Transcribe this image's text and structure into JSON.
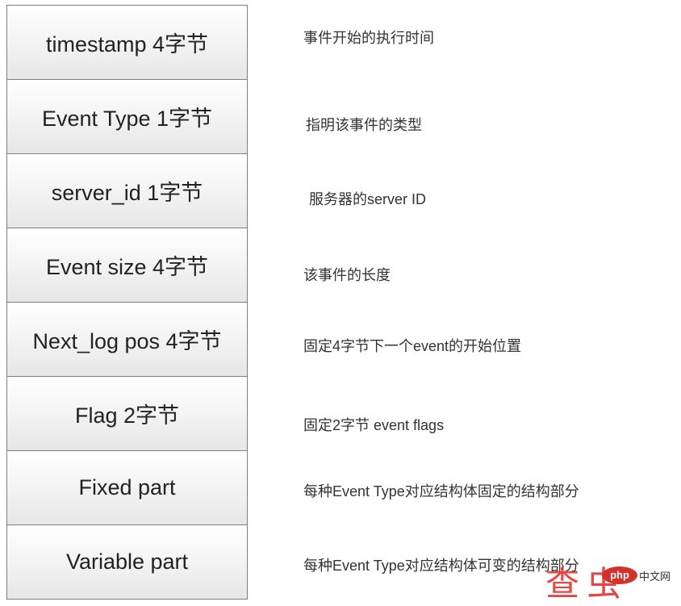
{
  "fields": [
    {
      "label": "timestamp 4字节",
      "description": "事件开始的执行时间"
    },
    {
      "label": "Event Type 1字节",
      "description": "指明该事件的类型"
    },
    {
      "label": "server_id 1字节",
      "description": "服务器的server ID"
    },
    {
      "label": "Event size  4字节",
      "description": "该事件的长度"
    },
    {
      "label": "Next_log pos 4字节",
      "description": "固定4字节下一个event的开始位置"
    },
    {
      "label": "Flag 2字节",
      "description": "固定2字节 event flags"
    },
    {
      "label": "Fixed part",
      "description": "每种Event Type对应结构体固定的结构部分"
    },
    {
      "label": "Variable part",
      "description": "每种Event Type对应结构体可变的结构部分"
    }
  ],
  "watermark": {
    "chars": "查 虫",
    "badge": "php",
    "tail": "中文网"
  },
  "colors": {
    "border": "#7f7f7f",
    "watermark_red": "#e8231f"
  }
}
